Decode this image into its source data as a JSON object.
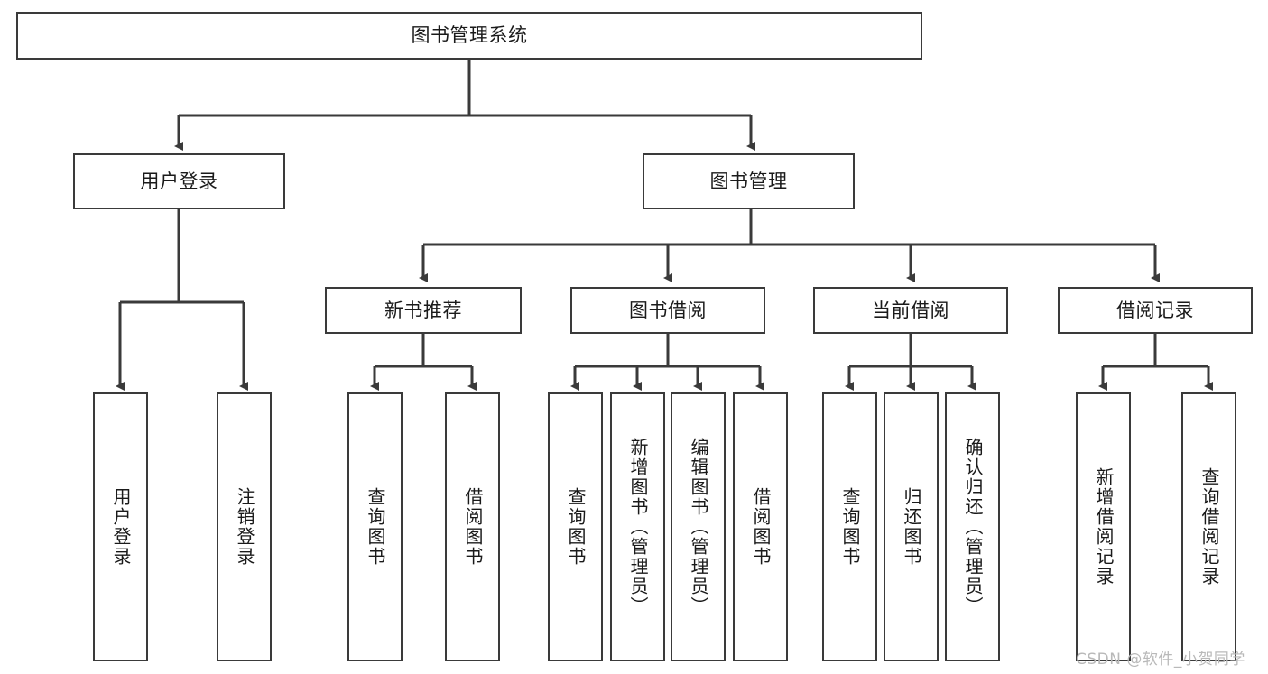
{
  "diagram": {
    "title": "图书管理系统",
    "type": "tree-hierarchy-chart",
    "watermark": "CSDN @软件_小贺同学",
    "colors": {
      "node_border": "#3a3a3a",
      "node_fill": "#ffffff",
      "connector": "#3a3a3a",
      "text": "#1a1a1a",
      "watermark": "#b9b9b9"
    }
  },
  "root": {
    "label": "图书管理系统"
  },
  "level2": [
    {
      "label": "用户登录"
    },
    {
      "label": "图书管理"
    }
  ],
  "level3": [
    {
      "label": "新书推荐"
    },
    {
      "label": "图书借阅"
    },
    {
      "label": "当前借阅"
    },
    {
      "label": "借阅记录"
    }
  ],
  "leaves": {
    "user_login": [
      {
        "label": "用户登录"
      },
      {
        "label": "注销登录"
      }
    ],
    "new_book": [
      {
        "label": "查询图书"
      },
      {
        "label": "借阅图书"
      }
    ],
    "book_borrow": [
      {
        "label": "查询图书"
      },
      {
        "label": "新增图书（管理员）"
      },
      {
        "label": "编辑图书（管理员）"
      },
      {
        "label": "借阅图书"
      }
    ],
    "current_borrow": [
      {
        "label": "查询图书"
      },
      {
        "label": "归还图书"
      },
      {
        "label": "确认归还（管理员）"
      }
    ],
    "borrow_record": [
      {
        "label": "新增借阅记录"
      },
      {
        "label": "查询借阅记录"
      }
    ]
  }
}
